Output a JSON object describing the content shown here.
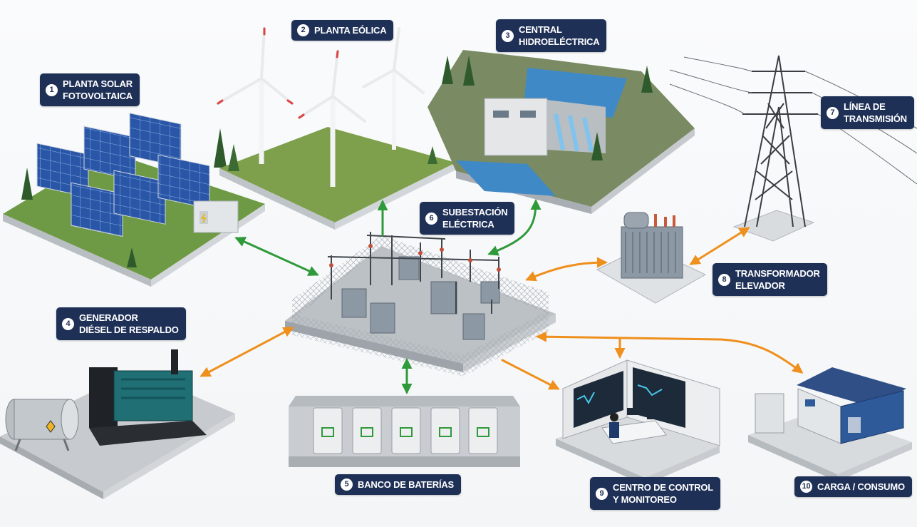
{
  "components": [
    {
      "number": "1",
      "lines": [
        "Planta Solar",
        "Fotovoltaica"
      ]
    },
    {
      "number": "2",
      "lines": [
        "Planta Eólica"
      ]
    },
    {
      "number": "3",
      "lines": [
        "Central",
        "Hidroeléctrica"
      ]
    },
    {
      "number": "4",
      "lines": [
        "Generador",
        "Diésel de Respaldo"
      ]
    },
    {
      "number": "5",
      "lines": [
        "Banco de Baterías"
      ]
    },
    {
      "number": "6",
      "lines": [
        "Subestación",
        "Eléctrica"
      ]
    },
    {
      "number": "7",
      "lines": [
        "Línea de",
        "Transmisión"
      ]
    },
    {
      "number": "8",
      "lines": [
        "Transformador",
        "Elevador"
      ]
    },
    {
      "number": "9",
      "lines": [
        "Centro de Control",
        "y Monitoreo"
      ]
    },
    {
      "number": "10",
      "lines": [
        "Carga / Consumo"
      ]
    }
  ],
  "colors": {
    "label_bg": "#1f3057",
    "generation_arrow": "#2f9a3a",
    "distribution_arrow": "#ef8f1c",
    "grass": "#6f9a45",
    "panel": "#2a56a8",
    "equipment": "#8c98a3"
  }
}
